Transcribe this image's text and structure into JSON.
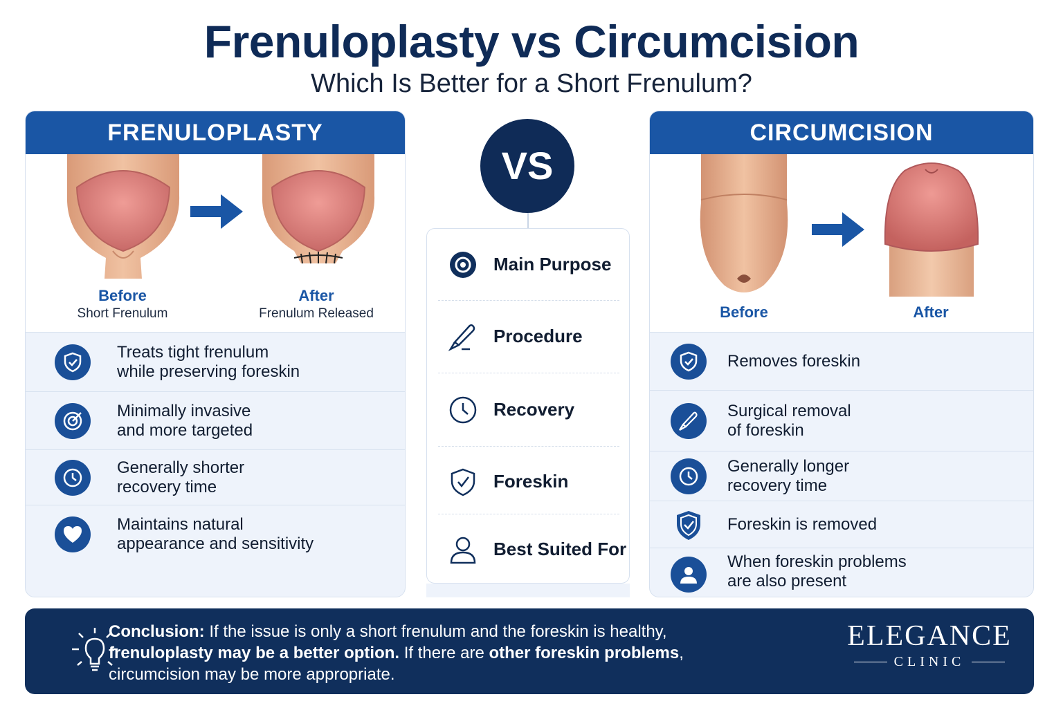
{
  "header": {
    "title": "Frenuloplasty vs Circumcision",
    "subtitle": "Which Is Better for a Short Frenulum?"
  },
  "left_panel": {
    "title": "FRENULOPLASTY",
    "before_title": "Before",
    "before_sub": "Short Frenulum",
    "after_title": "After",
    "after_sub": "Frenulum Released",
    "rows": [
      {
        "icon": "shield-check-icon",
        "text": "Treats tight frenulum\nwhile preserving foreskin"
      },
      {
        "icon": "target-icon",
        "text": "Minimally invasive\nand more targeted"
      },
      {
        "icon": "clock-icon",
        "text": "Generally shorter\nrecovery time"
      },
      {
        "icon": "heart-icon",
        "text": "Maintains natural\nappearance and sensitivity"
      }
    ]
  },
  "middle": {
    "vs_label": "VS",
    "items": [
      {
        "icon": "target-icon",
        "label": "Main Purpose"
      },
      {
        "icon": "scalpel-icon",
        "label": "Procedure"
      },
      {
        "icon": "clock-icon",
        "label": "Recovery"
      },
      {
        "icon": "shield-check-icon",
        "label": "Foreskin"
      },
      {
        "icon": "person-icon",
        "label": "Best Suited For"
      }
    ]
  },
  "right_panel": {
    "title": "CIRCUMCISION",
    "before_title": "Before",
    "after_title": "After",
    "rows": [
      {
        "icon": "shield-check-icon",
        "text": "Removes foreskin"
      },
      {
        "icon": "scalpel-icon",
        "text": "Surgical removal\nof foreskin"
      },
      {
        "icon": "clock-icon",
        "text": "Generally longer\nrecovery time"
      },
      {
        "icon": "shield-check-icon",
        "text": "Foreskin is removed"
      },
      {
        "icon": "person-icon",
        "text": "When foreskin problems\nare also present"
      }
    ]
  },
  "conclusion": {
    "lead": "Conclusion:",
    "part1": " If the issue is only a short frenulum and the foreskin is healthy,",
    "bold1": "frenuloplasty may be a better option.",
    "part2": " If there are ",
    "bold2": "other foreskin problems",
    "part3": ",",
    "part4": "circumcision may be more appropriate."
  },
  "brand": {
    "name": "ELEGANCE",
    "sub": "CLINIC"
  },
  "colors": {
    "navy": "#0f2b57",
    "blue": "#1a56a5",
    "panel_bg": "#eef3fb",
    "skin": "#e9b08e",
    "glans": "#d97a78"
  }
}
